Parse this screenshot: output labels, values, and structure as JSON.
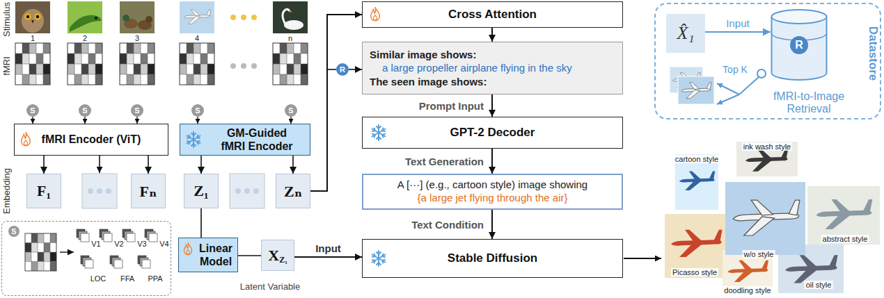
{
  "diagram": {
    "nodes": [
      {
        "text": [
          "S"
        ]
      },
      {
        "text": [
          "S"
        ]
      },
      {
        "text": [
          "S"
        ]
      },
      {
        "text": [
          "S"
        ]
      },
      {
        "text": [
          "S"
        ]
      },
      {
        "text": [
          "fMRI Encoder (ViT)"
        ]
      },
      {
        "text": [
          "GM-Guided fMRI Encoder"
        ]
      },
      {
        "text": [
          "F₁"
        ]
      },
      {
        "text": [
          "Fₙ"
        ]
      },
      {
        "text": [
          "Z₁"
        ]
      },
      {
        "text": [
          "Zₙ"
        ]
      },
      {
        "text": [
          "Linear Model"
        ]
      },
      {
        "text": [
          "X",
          "Z₁"
        ]
      },
      {
        "text": [
          "V1",
          "V2",
          "V3",
          "V4",
          "LOC",
          "FFA",
          "PPA"
        ]
      },
      {
        "text": [
          "S"
        ],
        "in": 13
      },
      {
        "text": [
          "R"
        ]
      },
      {
        "text": [
          "Cross Attention"
        ]
      },
      {
        "text": [
          "Similar image shows:",
          "a large propeller airplane flying in the sky",
          "The seen image shows:"
        ]
      },
      {
        "text": [
          "GPT-2 Decoder"
        ]
      },
      {
        "text": [
          "A [···] (e.g., cartoon style) image showing",
          "{a large jet flying through the air}"
        ]
      },
      {
        "text": [
          "Stable Diffusion"
        ]
      },
      {
        "text": [
          "Datastore",
          "fMRI-to-Image Retrieval"
        ]
      },
      {
        "text": [
          "X̂₁"
        ],
        "in": 21
      },
      {
        "text": [
          "R"
        ],
        "in": 21
      }
    ],
    "edges": [
      {
        "from": 0,
        "to": 5,
        "arrow": "to"
      },
      {
        "from": 1,
        "to": 5,
        "arrow": "to"
      },
      {
        "from": 2,
        "to": 5,
        "arrow": "to"
      },
      {
        "from": 3,
        "to": 6,
        "arrow": "to"
      },
      {
        "from": 4,
        "to": 6,
        "arrow": "to"
      },
      {
        "from": 5,
        "to": 7,
        "arrow": "to"
      },
      {
        "from": 5,
        "to": 8,
        "arrow": "to"
      },
      {
        "from": 6,
        "to": 9,
        "arrow": "to"
      },
      {
        "from": 6,
        "to": 10,
        "arrow": "to"
      },
      {
        "from": 9,
        "to": 11,
        "arrow": "none"
      },
      {
        "from": 11,
        "to": 12,
        "arrow": "none"
      },
      {
        "from": 12,
        "to": 20,
        "label": "Input",
        "arrow": "to"
      },
      {
        "from": 10,
        "to": 16,
        "arrow": "to"
      },
      {
        "from": 15,
        "to": 17,
        "arrow": "to"
      },
      {
        "from": 16,
        "to": 17,
        "arrow": "to"
      },
      {
        "from": 17,
        "to": 18,
        "label": "Prompt Input",
        "arrow": "to"
      },
      {
        "from": 18,
        "to": 19,
        "label": "Text Generation",
        "arrow": "to"
      },
      {
        "from": 19,
        "to": 20,
        "label": "Text Condition",
        "arrow": "to"
      },
      {
        "from": 22,
        "to": 23,
        "label": "Input",
        "arrow": "to"
      }
    ],
    "labels": [
      "Stimulus",
      "fMRI",
      "Embedding",
      "1",
      "2",
      "3",
      "4",
      "n",
      "Latent Variable",
      "Top K",
      "cartoon style",
      "ink wash style",
      "abstract style",
      "w/o style",
      "Picasso style",
      "doodling style",
      "oil style"
    ]
  }
}
